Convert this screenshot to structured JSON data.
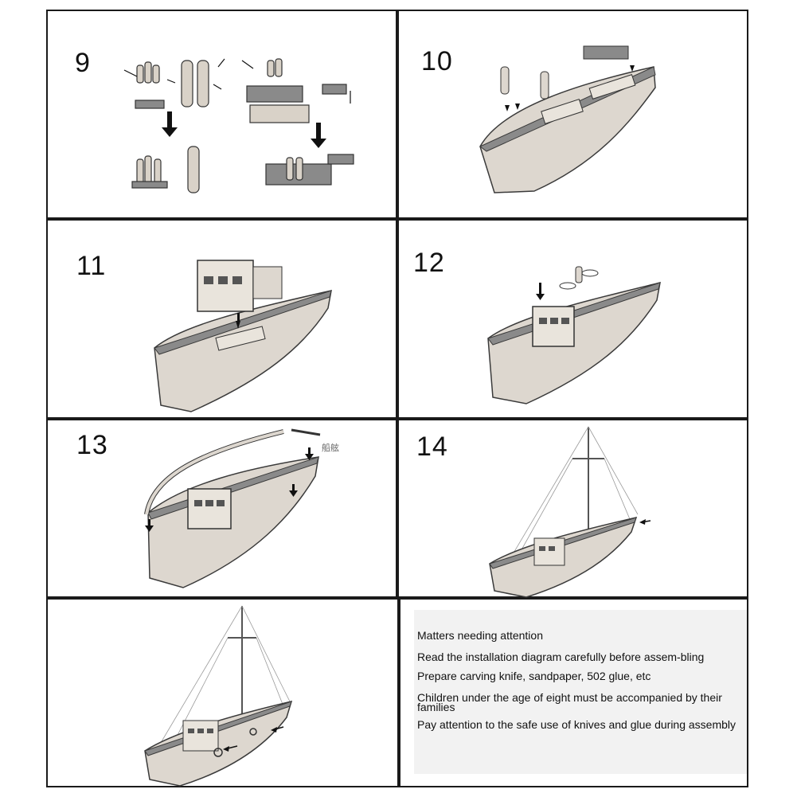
{
  "steps": [
    {
      "number": "9"
    },
    {
      "number": "10"
    },
    {
      "number": "11"
    },
    {
      "number": "12"
    },
    {
      "number": "13"
    },
    {
      "number": "14"
    }
  ],
  "annotation_13": "船舷",
  "notes": {
    "heading": "Matters needing attention",
    "items": [
      "Read the installation diagram carefully before assem-bling",
      "Prepare carving knife, sandpaper, 502 glue, etc",
      "Children under the age of eight must be accompanied by their families",
      "Pay attention to the safe use of knives and glue during assembly"
    ]
  },
  "colors": {
    "hull_fill": "#ddd7cf",
    "hull_stroke": "#3a3a3a",
    "deck_fill": "#8a8a8a",
    "cabin_fill": "#e9e4dc",
    "border": "#1a1a1a"
  }
}
